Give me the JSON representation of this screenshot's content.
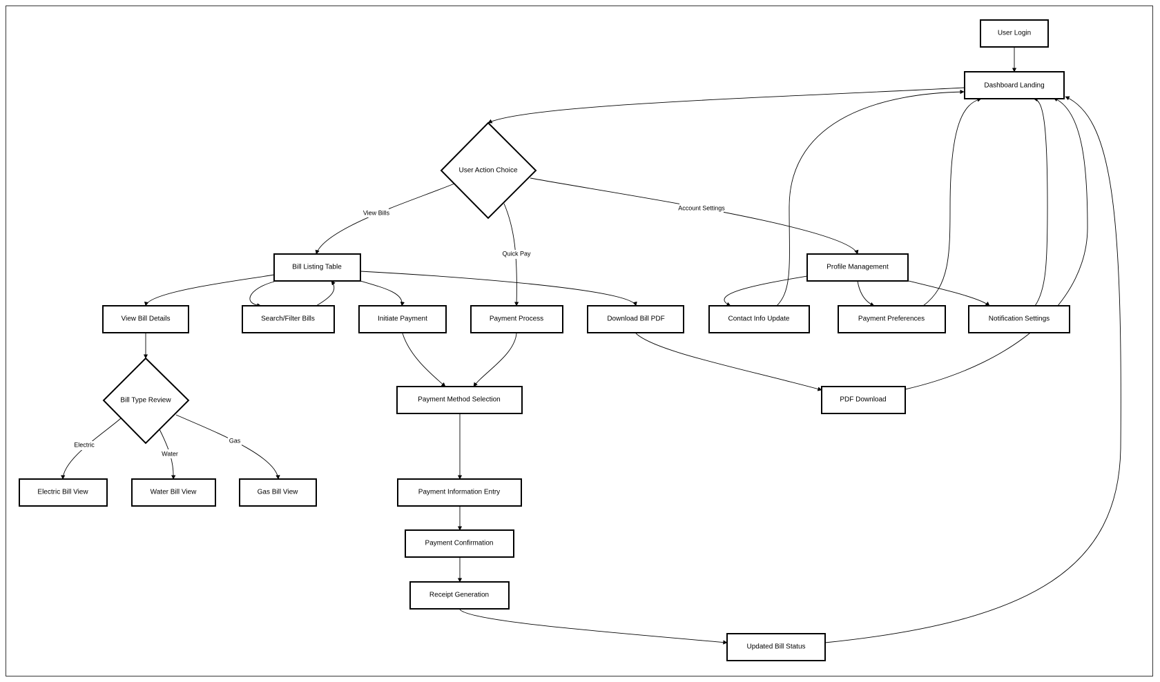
{
  "diagram": {
    "type": "flowchart",
    "nodes": {
      "user_login": "User Login",
      "dashboard": "Dashboard Landing",
      "user_action_choice": "User Action Choice",
      "bill_listing": "Bill Listing Table",
      "profile_management": "Profile Management",
      "view_bill_details": "View Bill Details",
      "search_filter": "Search/Filter Bills",
      "initiate_payment": "Initiate Payment",
      "payment_process": "Payment Process",
      "download_pdf": "Download Bill PDF",
      "contact_info": "Contact Info Update",
      "payment_preferences": "Payment Preferences",
      "notification_settings": "Notification Settings",
      "bill_type_review": "Bill Type Review",
      "payment_method": "Payment Method Selection",
      "pdf_download": "PDF Download",
      "electric_view": "Electric Bill View",
      "water_view": "Water Bill View",
      "gas_view": "Gas Bill View",
      "payment_info": "Payment Information Entry",
      "payment_confirmation": "Payment Confirmation",
      "receipt": "Receipt Generation",
      "updated_status": "Updated Bill Status"
    },
    "edge_labels": {
      "view_bills": "View Bills",
      "quick_pay": "Quick Pay",
      "account_settings": "Account Settings",
      "electric": "Electric",
      "water": "Water",
      "gas": "Gas"
    }
  }
}
